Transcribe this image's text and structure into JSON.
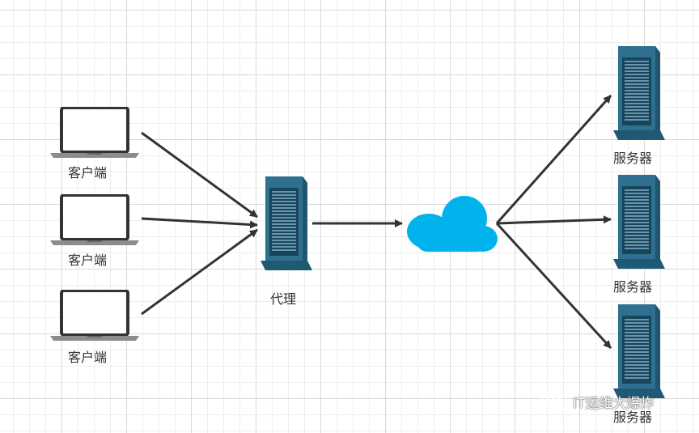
{
  "colors": {
    "laptop_frame": "#333333",
    "laptop_base": "#8c8c8c",
    "server_body": "#2f6f8f",
    "server_dark": "#17455c",
    "cloud": "#00b3ec",
    "arrow": "#333333",
    "text": "#333333"
  },
  "nodes": {
    "clients": [
      {
        "label": "客户端",
        "icon": "laptop-icon"
      },
      {
        "label": "客户端",
        "icon": "laptop-icon"
      },
      {
        "label": "客户端",
        "icon": "laptop-icon"
      }
    ],
    "proxy": {
      "label": "代理",
      "icon": "server-icon"
    },
    "cloud": {
      "icon": "cloud-icon"
    },
    "servers": [
      {
        "label": "服务器",
        "icon": "server-icon"
      },
      {
        "label": "服务器",
        "icon": "server-icon"
      },
      {
        "label": "服务器",
        "icon": "server-icon"
      }
    ]
  },
  "edges": [
    {
      "from": "client-1",
      "to": "proxy"
    },
    {
      "from": "client-2",
      "to": "proxy"
    },
    {
      "from": "client-3",
      "to": "proxy"
    },
    {
      "from": "proxy",
      "to": "cloud"
    },
    {
      "from": "cloud",
      "to": "server-1"
    },
    {
      "from": "cloud",
      "to": "server-2"
    },
    {
      "from": "cloud",
      "to": "server-3"
    }
  ],
  "watermark": {
    "text": "IT运维大爆炸",
    "icon": "wechat-icon"
  }
}
